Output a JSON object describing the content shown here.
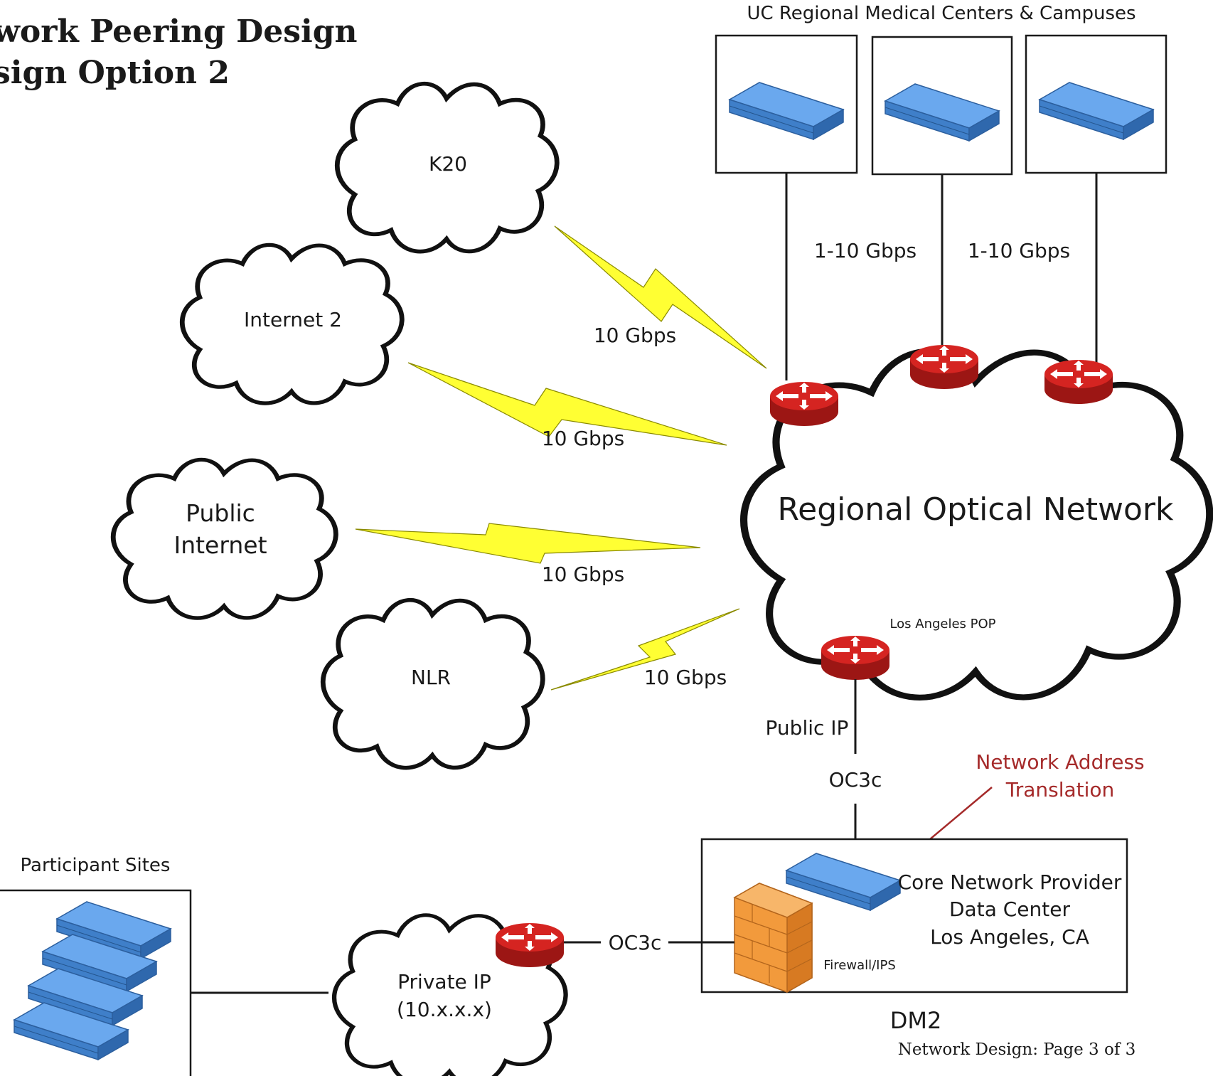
{
  "title": {
    "line1": "work Peering Design",
    "line2": "sign Option 2"
  },
  "header": {
    "uc_sites": "UC Regional Medical Centers & Campuses",
    "participant_sites": "Participant Sites"
  },
  "clouds": {
    "k20": "K20",
    "internet2": "Internet 2",
    "public_internet_1": "Public",
    "public_internet_2": "Internet",
    "nlr": "NLR",
    "regional_optical": "Regional Optical Network",
    "private_ip_1": "Private IP",
    "private_ip_2": "(10.x.x.x)"
  },
  "links": {
    "k20": "10 Gbps",
    "internet2": "10 Gbps",
    "public_internet": "10 Gbps",
    "nlr": "10 Gbps",
    "uc_link_1": "1-10 Gbps",
    "uc_link_2": "1-10 Gbps",
    "public_ip": "Public IP",
    "oc3c_upper": "OC3c",
    "oc3c_lower": "OC3c"
  },
  "labels": {
    "la_pop": "Los Angeles POP",
    "nat_1": "Network Address",
    "nat_2": "Translation",
    "dc_1": "Core Network Provider",
    "dc_2": "Data Center",
    "dc_3": "Los Angeles, CA",
    "firewall": "Firewall/IPS",
    "dm2": "DM2"
  },
  "footer": "Network Design:  Page 3 of 3",
  "colors": {
    "router": "#c8201e",
    "switch": "#4a8ed8",
    "bolt": "#ffff33",
    "firewall": "#f29a3c",
    "nat": "#a52a2a"
  }
}
